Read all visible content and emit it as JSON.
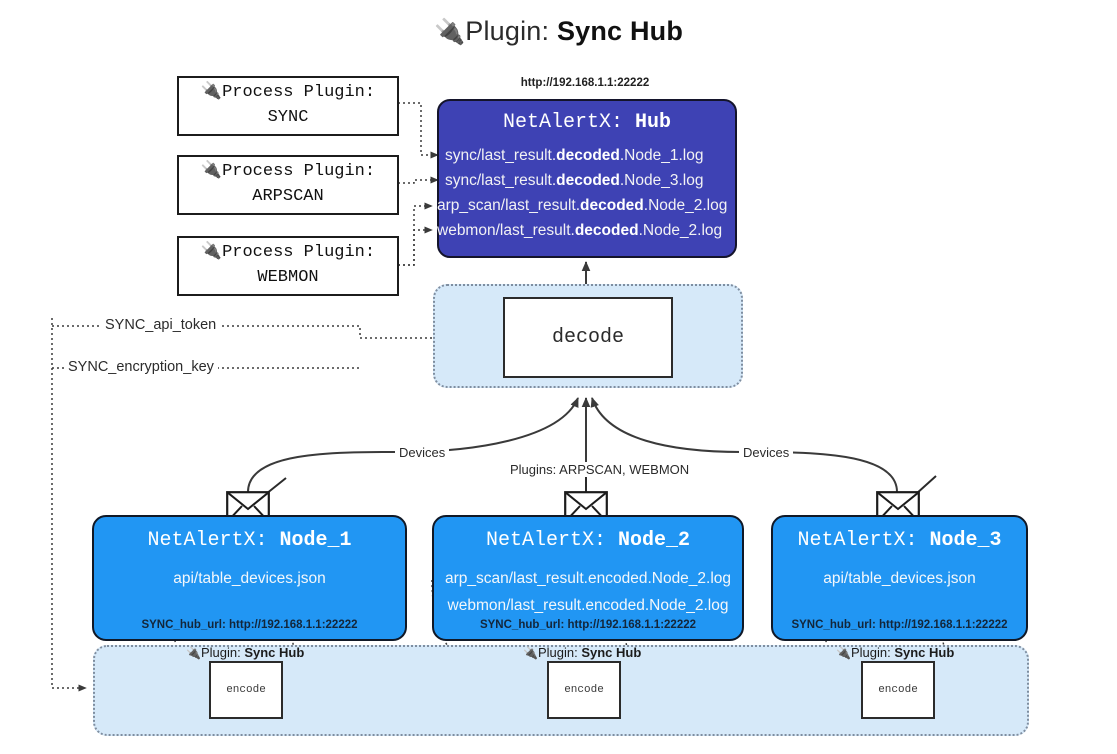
{
  "header": {
    "plug_icon": "🔌",
    "prefix": "Plugin: ",
    "name": "Sync Hub"
  },
  "process_plugins": [
    {
      "line1": "Process Plugin:",
      "line2": "SYNC",
      "icon": "🔌"
    },
    {
      "line1": "Process Plugin:",
      "line2": "ARPSCAN",
      "icon": "🔌"
    },
    {
      "line1": "Process Plugin:",
      "line2": "WEBMON",
      "icon": "🔌"
    }
  ],
  "hub": {
    "url": "http://192.168.1.1:22222",
    "title_prefix": "NetAlertX: ",
    "title_name": "Hub",
    "lines": [
      {
        "pre": "sync/last_result.",
        "bold": "decoded",
        "post": ".Node_1.log"
      },
      {
        "pre": "sync/last_result.",
        "bold": "decoded",
        "post": ".Node_3.log"
      },
      {
        "pre": "arp_scan/last_result.",
        "bold": "decoded",
        "post": ".Node_2.log"
      },
      {
        "pre": "webmon/last_result.",
        "bold": "decoded",
        "post": ".Node_2.log"
      }
    ]
  },
  "decode": {
    "label": "decode"
  },
  "keys": [
    {
      "label": "SYNC_api_token"
    },
    {
      "label": "SYNC_encryption_key"
    }
  ],
  "edge_labels": {
    "left_devices": "Devices",
    "right_devices": "Devices",
    "center_plugins": "Plugins: ARPSCAN, WEBMON"
  },
  "nodes": [
    {
      "title_prefix": "NetAlertX: ",
      "title_name": "Node_1",
      "lines": [
        "api/table_devices.json"
      ],
      "url_key": "SYNC_hub_url: ",
      "url_value": "http://192.168.1.1:22222"
    },
    {
      "title_prefix": "NetAlertX: ",
      "title_name": "Node_2",
      "lines": [
        "arp_scan/last_result.encoded.Node_2.log",
        "webmon/last_result.encoded.Node_2.log"
      ],
      "url_key": "SYNC_hub_url: ",
      "url_value": "http://192.168.1.1:22222"
    },
    {
      "title_prefix": "NetAlertX: ",
      "title_name": "Node_3",
      "lines": [
        "api/table_devices.json"
      ],
      "url_key": "SYNC_hub_url: ",
      "url_value": "http://192.168.1.1:22222"
    }
  ],
  "encoders": [
    {
      "plugin_prefix": "Plugin: ",
      "plugin_name": "Sync Hub",
      "box_label": "encode",
      "icon": "🔌"
    },
    {
      "plugin_prefix": "Plugin: ",
      "plugin_name": "Sync Hub",
      "box_label": "encode",
      "icon": "🔌"
    },
    {
      "plugin_prefix": "Plugin: ",
      "plugin_name": "Sync Hub",
      "box_label": "encode",
      "icon": "🔌"
    }
  ],
  "colors": {
    "hub_fill": "#3e42b4",
    "node_fill": "#2196f3",
    "band_fill": "#d6e9f9",
    "wire": "#3a3a3a"
  }
}
